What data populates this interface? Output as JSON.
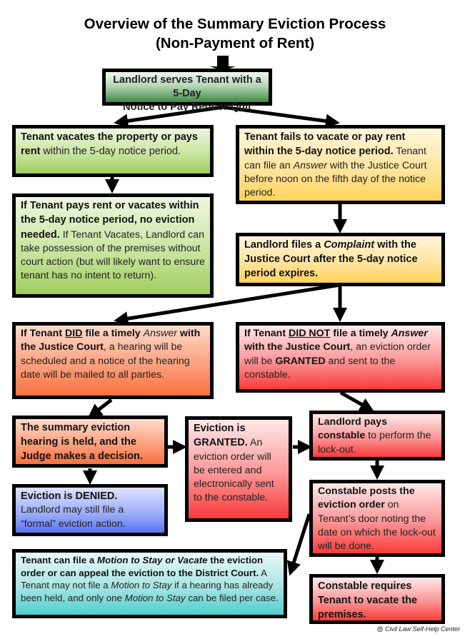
{
  "title": {
    "line1": "Overview of the Summary Eviction Process",
    "line2": "(Non-Payment of Rent)"
  },
  "boxes": {
    "notice": {
      "line1": "Landlord serves Tenant with a 5-Day",
      "line2": "Notice to Pay Rent or Quit"
    },
    "vacates": {
      "bold": "Tenant vacates the property or pays rent",
      "text": " within the 5-day notice period."
    },
    "no_eviction": {
      "bold": "If Tenant pays rent or vacates within the 5-day notice period, no eviction needed.",
      "text": "  If Tenant Vacates, Landlord can take possession of the premises without court action (but will likely want to ensure tenant has no intent to return)."
    },
    "fails": {
      "bold": "Tenant fails to vacate or pay rent within the 5-day notice period.",
      "text_a": " Tenant can file an ",
      "italic": "Answer",
      "text_b": " with the Justice Court before noon on the fifth day of the notice period."
    },
    "complaint": {
      "bold_a": "Landlord files a ",
      "italic": "Complaint",
      "bold_b": " with the Justice Court after the 5-day notice period expires."
    },
    "did_file": {
      "bold_a": "If Tenant ",
      "underline": "DID",
      "bold_b": " file a timely ",
      "italic": "Answer",
      "bold_c": " with the Justice Court",
      "text": ", a hearing will be scheduled and a notice of the hearing date will be mailed to all parties."
    },
    "did_not_file": {
      "bold_a": "If Tenant ",
      "underline": "DID NOT",
      "bold_b": " file a timely ",
      "italic": "Answer",
      "bold_c": " with the Justice Court",
      "text_a": ", an eviction order will be ",
      "bold_d": "GRANTED",
      "text_b": " and sent to the constable."
    },
    "hearing": {
      "bold": "The summary eviction hearing is held, and the Judge makes a decision."
    },
    "granted": {
      "bold": "Eviction is GRANTED.",
      "text": "  An eviction order will be entered and electronically sent to the constable."
    },
    "pays_constable": {
      "bold": "Landlord pays constable",
      "text": " to perform the lock-out."
    },
    "denied": {
      "bold": "Eviction is DENIED.",
      "text": " Landlord may still file a “formal” eviction action."
    },
    "posts_order": {
      "bold": "Constable posts the eviction order",
      "text": " on Tenant’s door noting the date on which the lock-out will be done."
    },
    "motion": {
      "bold_a": "Tenant can file a ",
      "italic_a": "Motion to Stay or Vacate",
      "bold_b": "  the eviction order or can appeal the eviction to the District Court.",
      "text_a": "  A Tenant may not file a ",
      "italic_b": "Motion to Stay",
      "text_b": " if a hearing has already been held, and only one ",
      "italic_c": "Motion to Stay",
      "text_c": " can be filed per case."
    },
    "requires_vacate": {
      "bold": "Constable requires Tenant to vacate the premises."
    }
  },
  "footer": "@ Civil Law Self-Help Center",
  "colors": {
    "green": "#9fcd5c",
    "dark_green": "#3f8a45",
    "yellow": "#fed35b",
    "orange": "#f9703e",
    "red": "#f93b3b",
    "blue": "#5a73f3",
    "cyan": "#4ecfce"
  }
}
